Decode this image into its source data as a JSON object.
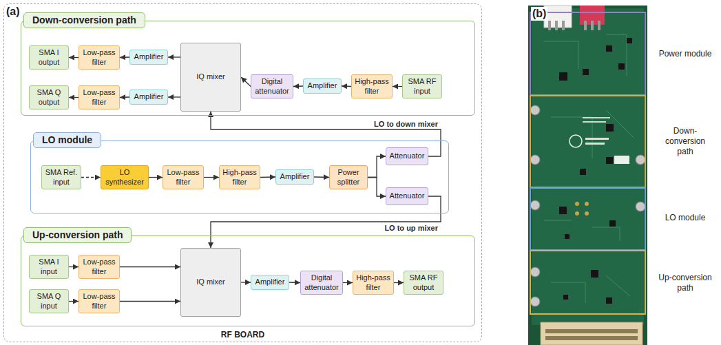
{
  "diagram": {
    "nodes": [
      {
        "text": [
          "RF BOARD"
        ]
      },
      {
        "text": [
          "Down-conversion path"
        ],
        "in": 0
      },
      {
        "text": [
          "SMA I output"
        ],
        "in": 1
      },
      {
        "text": [
          "Low-pass filter"
        ],
        "in": 1
      },
      {
        "text": [
          "Amplifier"
        ],
        "in": 1
      },
      {
        "text": [
          "IQ mixer"
        ],
        "in": 1
      },
      {
        "text": [
          "Digital attenuator"
        ],
        "in": 1
      },
      {
        "text": [
          "Amplifier"
        ],
        "in": 1
      },
      {
        "text": [
          "High-pass filter"
        ],
        "in": 1
      },
      {
        "text": [
          "SMA RF input"
        ],
        "in": 1
      },
      {
        "text": [
          "SMA Q output"
        ],
        "in": 1
      },
      {
        "text": [
          "Low-pass filter"
        ],
        "in": 1
      },
      {
        "text": [
          "Amplifier"
        ],
        "in": 1
      },
      {
        "text": [
          "LO module"
        ],
        "in": 0
      },
      {
        "text": [
          "SMA Ref. input"
        ],
        "in": 13
      },
      {
        "text": [
          "LO synthesizer"
        ],
        "in": 13
      },
      {
        "text": [
          "Low-pass filter"
        ],
        "in": 13
      },
      {
        "text": [
          "High-pass filter"
        ],
        "in": 13
      },
      {
        "text": [
          "Amplifier"
        ],
        "in": 13
      },
      {
        "text": [
          "Power splitter"
        ],
        "in": 13
      },
      {
        "text": [
          "Attenuator"
        ],
        "in": 13
      },
      {
        "text": [
          "Attenuator"
        ],
        "in": 13
      },
      {
        "text": [
          "Up-conversion path"
        ],
        "in": 0
      },
      {
        "text": [
          "SMA I input"
        ],
        "in": 22
      },
      {
        "text": [
          "Low-pass filter"
        ],
        "in": 22
      },
      {
        "text": [
          "IQ mixer"
        ],
        "in": 22
      },
      {
        "text": [
          "Amplifier"
        ],
        "in": 22
      },
      {
        "text": [
          "Digital attenuator"
        ],
        "in": 22
      },
      {
        "text": [
          "High-pass filter"
        ],
        "in": 22
      },
      {
        "text": [
          "SMA RF output"
        ],
        "in": 22
      },
      {
        "text": [
          "SMA Q input"
        ],
        "in": 22
      },
      {
        "text": [
          "Low-pass filter"
        ],
        "in": 22
      }
    ],
    "edges": [
      {
        "from": 9,
        "to": 8,
        "arrow": "to"
      },
      {
        "from": 8,
        "to": 7,
        "arrow": "to"
      },
      {
        "from": 7,
        "to": 6,
        "arrow": "to"
      },
      {
        "from": 6,
        "to": 5,
        "arrow": "to"
      },
      {
        "from": 5,
        "to": 4,
        "arrow": "to"
      },
      {
        "from": 4,
        "to": 3,
        "arrow": "to"
      },
      {
        "from": 3,
        "to": 2,
        "arrow": "to"
      },
      {
        "from": 5,
        "to": 12,
        "arrow": "to"
      },
      {
        "from": 12,
        "to": 11,
        "arrow": "to"
      },
      {
        "from": 11,
        "to": 10,
        "arrow": "to"
      },
      {
        "from": 14,
        "to": 15,
        "arrow": "to"
      },
      {
        "from": 15,
        "to": 16,
        "arrow": "to"
      },
      {
        "from": 16,
        "to": 17,
        "arrow": "to"
      },
      {
        "from": 17,
        "to": 18,
        "arrow": "to"
      },
      {
        "from": 18,
        "to": 19,
        "arrow": "to"
      },
      {
        "from": 19,
        "to": 20,
        "arrow": "to"
      },
      {
        "from": 19,
        "to": 21,
        "arrow": "to"
      },
      {
        "from": 20,
        "to": 5,
        "label": "LO to down mixer",
        "arrow": "to"
      },
      {
        "from": 21,
        "to": 25,
        "label": "LO to up mixer",
        "arrow": "to"
      },
      {
        "from": 23,
        "to": 24,
        "arrow": "to"
      },
      {
        "from": 24,
        "to": 25,
        "arrow": "to"
      },
      {
        "from": 30,
        "to": 31,
        "arrow": "to"
      },
      {
        "from": 31,
        "to": 25,
        "arrow": "to"
      },
      {
        "from": 25,
        "to": 26,
        "arrow": "to"
      },
      {
        "from": 26,
        "to": 27,
        "arrow": "to"
      },
      {
        "from": 27,
        "to": 28,
        "arrow": "to"
      },
      {
        "from": 28,
        "to": 29,
        "arrow": "to"
      }
    ],
    "labels": [
      "(a)",
      "(b)",
      "Power module",
      "Down-conversion path",
      "LO module",
      "Up-conversion path"
    ]
  }
}
